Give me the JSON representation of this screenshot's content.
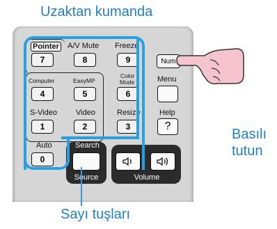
{
  "captions": {
    "top": "Uzaktan kumanda",
    "bottom": "Sayı tuşları",
    "side_line1": "Basılı",
    "side_line2": "tutun"
  },
  "buttons": {
    "pointer": {
      "label": "Pointer",
      "key": "7"
    },
    "av_mute": {
      "label": "A/V Mute",
      "key": "8"
    },
    "freeze": {
      "label": "Freeze",
      "key": "9"
    },
    "num": {
      "key": "Num"
    },
    "computer": {
      "label": "Computer",
      "key": "4"
    },
    "easymp": {
      "label": "EasyMP",
      "key": "5"
    },
    "color_mode": {
      "label1": "Color",
      "label2": "Mode",
      "key": "6"
    },
    "menu": {
      "label": "Menu"
    },
    "svideo": {
      "label": "S-Video",
      "key": "1"
    },
    "video": {
      "label": "Video",
      "key": "2"
    },
    "resize": {
      "label": "Resize",
      "key": "3"
    },
    "help": {
      "label": "Help",
      "key": "?"
    },
    "auto": {
      "label": "Auto",
      "key": "0"
    },
    "search": {
      "label": "Search"
    },
    "source": {
      "label": "Source"
    },
    "volume": {
      "label": "Volume"
    }
  },
  "colors": {
    "accent": "#2aa0e0",
    "caption": "#1f7fc4",
    "hand": "#f6c4cf"
  }
}
